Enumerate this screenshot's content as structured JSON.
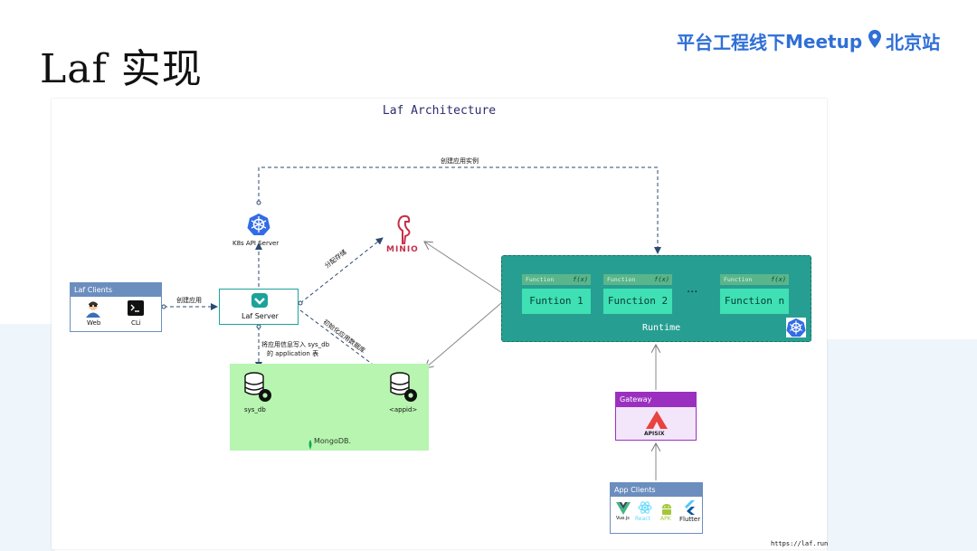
{
  "slide": {
    "title": "Laf 实现",
    "event_prefix": "平台工程线下",
    "event_brand": "Meetup",
    "event_city": "北京站"
  },
  "diagram": {
    "title": "Laf Architecture",
    "laf_clients": {
      "title": "Laf Clients",
      "web": "Web",
      "cli": "CLi"
    },
    "k8s_api_server": "K8s API Server",
    "laf_server": "Laf Server",
    "minio": "MINIO",
    "mongodb": {
      "label": "MongoDB.",
      "sys_db": "sys_db",
      "appid": "<appid>"
    },
    "runtime": {
      "label": "Runtime",
      "function_tag": "Function",
      "fx": "f(x)",
      "ellipsis": "···",
      "functions": [
        "Funtion 1",
        "Function 2",
        "Function n"
      ]
    },
    "gateway": {
      "title": "Gateway",
      "brand": "APISIX"
    },
    "app_clients": {
      "title": "App Clients",
      "items": [
        "Vue.js",
        "React",
        "APK",
        "Flutter"
      ]
    },
    "edges": {
      "create_app": "创建应用",
      "create_instance": "创建应用实例",
      "allocate_storage": "分配存储",
      "init_db": "初始化应用数据库",
      "write_sys_db_1": "将应用信息写入 sys_db",
      "write_sys_db_2": "的 application 表"
    },
    "footer_url": "https://laf.run"
  },
  "colors": {
    "accent": "#2f6fd6",
    "runtime": "#279e92",
    "function_body": "#3ee0b4",
    "mongo_area": "#b7f5b0",
    "gateway": "#9b30c0",
    "client_header": "#6c8ebf"
  }
}
